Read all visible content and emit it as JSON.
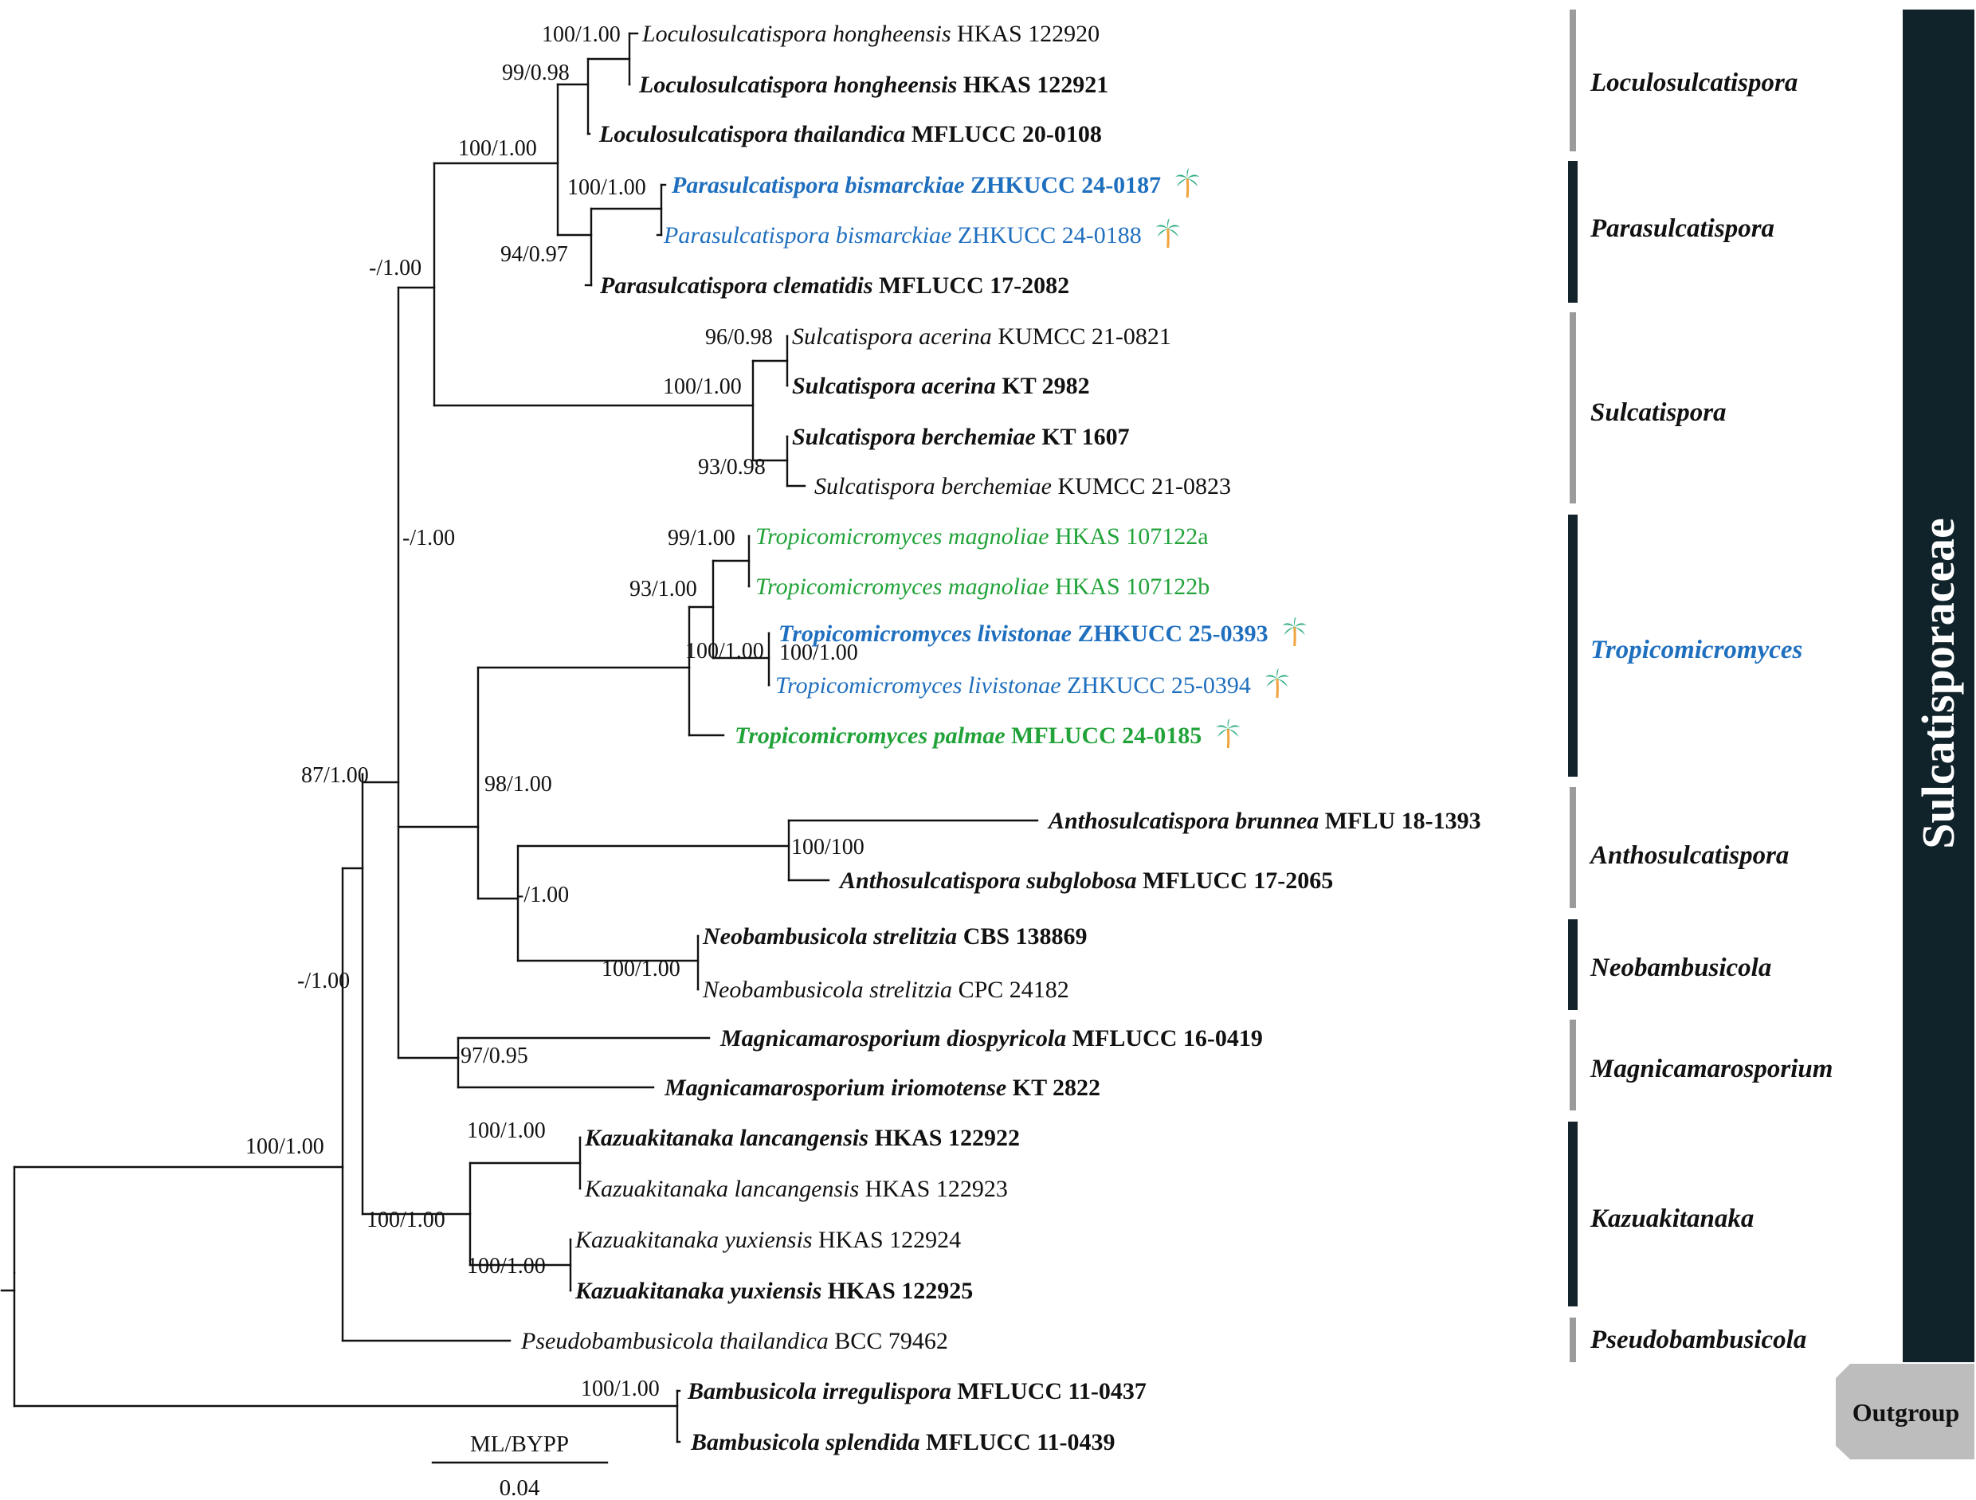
{
  "colors": {
    "black": "#111111",
    "blue": "#1f6fbf",
    "green": "#22a33a",
    "grey_bar": "#9b9b9b",
    "dark_bar": "#14242c",
    "family_band": "#10232b",
    "outgroup_box": "#bdbdbd",
    "palm_trunk": "#f0a33e",
    "palm_leaf": "#2fae7e"
  },
  "taxa": [
    {
      "name": "Loculosulcatispora hongheensis",
      "strain": "HKAS 122920",
      "bold": false,
      "color": "black",
      "palm": false
    },
    {
      "name": "Loculosulcatispora hongheensis",
      "strain": "HKAS 122921",
      "bold": true,
      "color": "black",
      "palm": false
    },
    {
      "name": "Loculosulcatispora thailandica",
      "strain": "MFLUCC 20-0108",
      "bold": true,
      "color": "black",
      "palm": false
    },
    {
      "name": "Parasulcatispora bismarckiae",
      "strain": "ZHKUCC 24-0187",
      "bold": true,
      "color": "blue",
      "palm": true
    },
    {
      "name": "Parasulcatispora bismarckiae",
      "strain": "ZHKUCC 24-0188",
      "bold": false,
      "color": "blue",
      "palm": true
    },
    {
      "name": "Parasulcatispora clematidis",
      "strain": "MFLUCC 17-2082",
      "bold": true,
      "color": "black",
      "palm": false
    },
    {
      "name": "Sulcatispora acerina",
      "strain": "KUMCC 21-0821",
      "bold": false,
      "color": "black",
      "palm": false
    },
    {
      "name": "Sulcatispora acerina",
      "strain": "KT 2982",
      "bold": true,
      "color": "black",
      "palm": false
    },
    {
      "name": "Sulcatispora berchemiae",
      "strain": "KT 1607",
      "bold": true,
      "color": "black",
      "palm": false
    },
    {
      "name": "Sulcatispora berchemiae",
      "strain": "KUMCC 21-0823",
      "bold": false,
      "color": "black",
      "palm": false
    },
    {
      "name": "Tropicomicromyces magnoliae",
      "strain": "HKAS 107122a",
      "bold": false,
      "color": "green",
      "palm": false
    },
    {
      "name": "Tropicomicromyces magnoliae",
      "strain": "HKAS 107122b",
      "bold": false,
      "color": "green",
      "palm": false
    },
    {
      "name": "Tropicomicromyces livistonae",
      "strain": "ZHKUCC 25-0393",
      "bold": true,
      "color": "blue",
      "palm": true
    },
    {
      "name": "Tropicomicromyces livistonae",
      "strain": "ZHKUCC 25-0394",
      "bold": false,
      "color": "blue",
      "palm": true
    },
    {
      "name": "Tropicomicromyces palmae",
      "strain": "MFLUCC 24-0185",
      "bold": true,
      "color": "green",
      "palm": true
    },
    {
      "name": "Anthosulcatispora brunnea",
      "strain": "MFLU 18-1393",
      "bold": true,
      "color": "black",
      "palm": false
    },
    {
      "name": "Anthosulcatispora subglobosa",
      "strain": "MFLUCC 17-2065",
      "bold": true,
      "color": "black",
      "palm": false
    },
    {
      "name": "Neobambusicola strelitzia",
      "strain": "CBS 138869",
      "bold": true,
      "color": "black",
      "palm": false
    },
    {
      "name": "Neobambusicola strelitzia",
      "strain": "CPC 24182",
      "bold": false,
      "color": "black",
      "palm": false
    },
    {
      "name": "Magnicamarosporium diospyricola",
      "strain": "MFLUCC 16-0419",
      "bold": true,
      "color": "black",
      "palm": false
    },
    {
      "name": "Magnicamarosporium iriomotense",
      "strain": "KT 2822",
      "bold": true,
      "color": "black",
      "palm": false
    },
    {
      "name": "Kazuakitanaka lancangensis",
      "strain": "HKAS 122922",
      "bold": true,
      "color": "black",
      "palm": false
    },
    {
      "name": "Kazuakitanaka lancangensis",
      "strain": "HKAS 122923",
      "bold": false,
      "color": "black",
      "palm": false
    },
    {
      "name": "Kazuakitanaka yuxiensis",
      "strain": "HKAS 122924",
      "bold": false,
      "color": "black",
      "palm": false
    },
    {
      "name": "Kazuakitanaka yuxiensis",
      "strain": "HKAS 122925",
      "bold": true,
      "color": "black",
      "palm": false
    },
    {
      "name": "Pseudobambusicola thailandica",
      "strain": "BCC 79462",
      "bold": false,
      "color": "black",
      "palm": false
    },
    {
      "name": "Bambusicola irregulispora",
      "strain": "MFLUCC 11-0437",
      "bold": true,
      "color": "black",
      "palm": false
    },
    {
      "name": "Bambusicola splendida",
      "strain": "MFLUCC 11-0439",
      "bold": true,
      "color": "black",
      "palm": false
    }
  ],
  "supports": [
    "100/1.00",
    "99/0.98",
    "100/1.00",
    "94/0.97",
    "100/1.00",
    "-/1.00",
    "96/0.98",
    "100/1.00",
    "93/0.98",
    "99/1.00",
    "93/1.00",
    "100/1.00",
    "100/1.00",
    "-/1.00",
    "98/1.00",
    "100/100",
    "-/1.00",
    "100/1.00",
    "87/1.00",
    "97/0.95",
    "-/1.00",
    "100/1.00",
    "100/1.00",
    "100/1.00",
    "100/1.00",
    "100/1.00"
  ],
  "genera": [
    {
      "label": "Loculosulcatispora",
      "color": "black",
      "bar": "grey"
    },
    {
      "label": "Parasulcatispora",
      "color": "black",
      "bar": "dark"
    },
    {
      "label": "Sulcatispora",
      "color": "black",
      "bar": "grey"
    },
    {
      "label": "Tropicomicromyces",
      "color": "blue",
      "bar": "dark"
    },
    {
      "label": "Anthosulcatispora",
      "color": "black",
      "bar": "grey"
    },
    {
      "label": "Neobambusicola",
      "color": "black",
      "bar": "dark"
    },
    {
      "label": "Magnicamarosporium",
      "color": "black",
      "bar": "grey"
    },
    {
      "label": "Kazuakitanaka",
      "color": "black",
      "bar": "dark"
    },
    {
      "label": "Pseudobambusicola",
      "color": "black",
      "bar": "grey"
    }
  ],
  "family": "Sulcatisporaceae",
  "outgroup": "Outgroup",
  "scale": {
    "caption": "ML/BYPP",
    "value": "0.04"
  }
}
